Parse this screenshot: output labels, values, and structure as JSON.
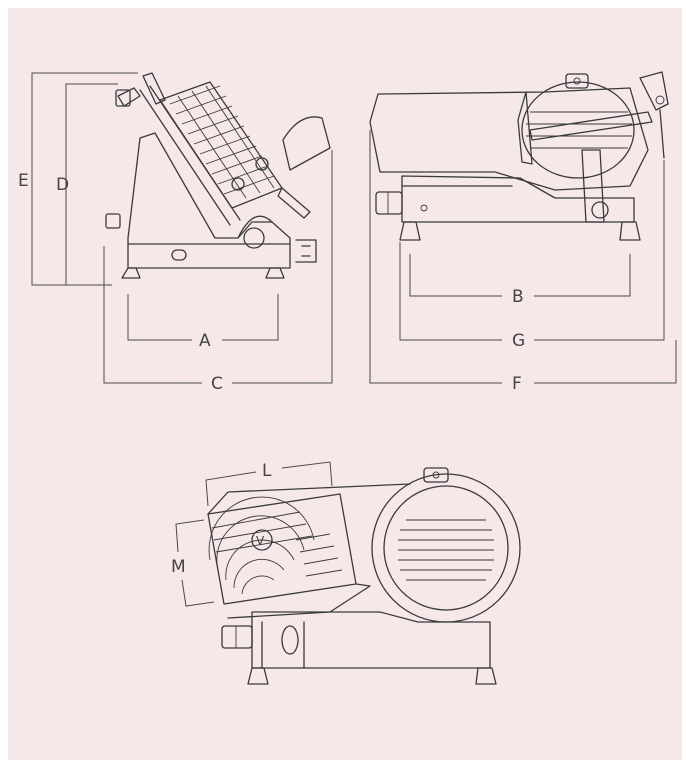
{
  "colors": {
    "sheet": "#f6e8e8",
    "ink": "#3a3a3a"
  },
  "labels": {
    "a": "A",
    "b": "B",
    "c": "C",
    "d": "D",
    "e": "E",
    "f": "F",
    "g": "G",
    "l": "L",
    "m": "M",
    "v": "V"
  }
}
